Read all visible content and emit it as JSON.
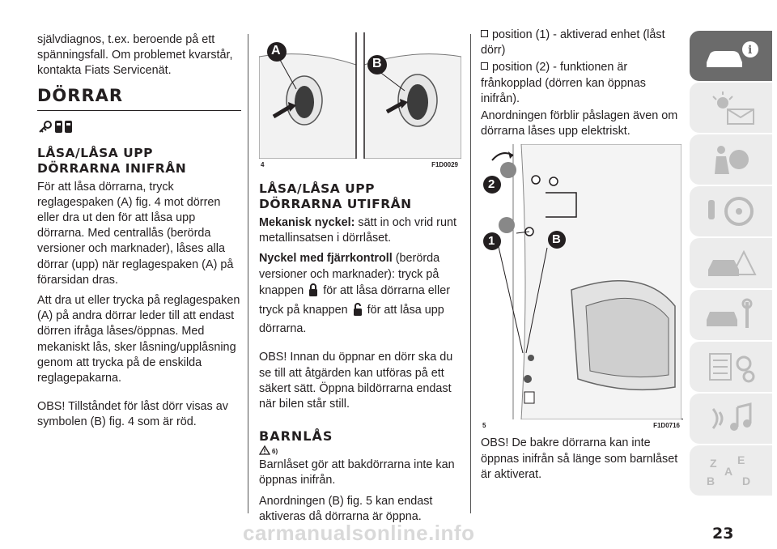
{
  "col1": {
    "intro": "självdiagnos, t.ex. beroende på ett spänningsfall. Om problemet kvarstår, kontakta Fiats Servicenät.",
    "section_title": "DÖRRAR",
    "heading1_line1": "LÅSA/LÅSA UPP",
    "heading1_line2": "DÖRRARNA INIFRÅN",
    "p1": "För att låsa dörrarna, tryck reglagespaken (A) fig. 4 mot dörren eller dra ut den för att låsa upp dörrarna. Med centrallås (berörda versioner och marknader), låses alla dörrar (upp) när reglagespaken (A) på förarsidan dras.",
    "p2": "Att dra ut eller trycka på reglagespaken (A) på andra dörrar leder till att endast dörren ifråga låses/öppnas. Med mekaniskt lås, sker låsning/upplåsning genom att trycka på de enskilda reglagepakarna.",
    "p3": "OBS! Tillståndet för låst dörr visas av symbolen (B) fig. 4 som är röd."
  },
  "fig4": {
    "number": "4",
    "code": "F1D0029",
    "label_a": "A",
    "label_b": "B"
  },
  "col2": {
    "heading_line1": "LÅSA/LÅSA UPP",
    "heading_line2": "DÖRRARNA UTIFRÅN",
    "p1_bold": "Mekanisk nyckel:",
    "p1_rest": " sätt in och vrid runt metallinsatsen i dörrlåset.",
    "p2_bold": "Nyckel med fjärrkontroll",
    "p2_a": " (berörda versioner och marknader): tryck på knappen ",
    "p2_b": " för att låsa dörrarna eller tryck på knappen ",
    "p2_c": " för att låsa upp dörrarna.",
    "p3": "OBS! Innan du öppnar en dörr ska du se till att åtgärden kan utföras på ett säkert sätt. Öppna bildörrarna endast när bilen står still.",
    "section_title": "BARNLÅS",
    "warning_ref": "6)",
    "p4": "Barnlåset gör att bakdörrarna inte kan öppnas inifrån.",
    "p5": "Anordningen (B) fig. 5 kan endast aktiveras då dörrarna är öppna."
  },
  "col3": {
    "bullet1": "position (1) - aktiverad enhet (låst dörr)",
    "bullet2": "position (2) - funktionen är frånkopplad (dörren kan öppnas inifrån).",
    "p1": "Anordningen förblir påslagen även om dörrarna låses upp elektriskt.",
    "p2": "OBS! De bakre dörrarna kan inte öppnas inifrån så länge som barnlåset är aktiverat."
  },
  "fig5": {
    "number": "5",
    "code": "F1D0716",
    "label_1": "1",
    "label_2": "2",
    "label_b": "B"
  },
  "page_number": "23",
  "watermark": "carmanualsonline.info",
  "colors": {
    "accent": "#231f20",
    "sidebar_active": "#6b6b6b",
    "sidebar_inactive": "#ececec"
  }
}
